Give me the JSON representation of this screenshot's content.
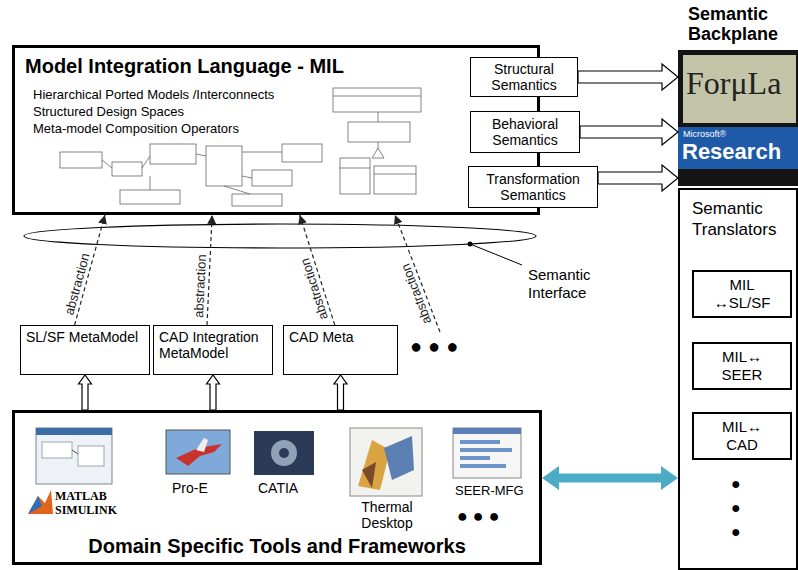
{
  "diagram": {
    "nodes": [
      {
        "text": [
          "Model Integration Language - MIL",
          "Hierarchical Ported Models /Interconnects",
          "Structured Design Spaces",
          "Meta-model Composition Operators"
        ]
      },
      {
        "text": [
          "Structural Semantics"
        ]
      },
      {
        "text": [
          "Behavioral Semantics"
        ]
      },
      {
        "text": [
          "Transformation Semantics"
        ]
      },
      {
        "text": [
          "Semantic Backplane",
          "ForμLa",
          "Microsoft®",
          "Research"
        ]
      },
      {
        "text": [
          "Semantic Translators"
        ]
      },
      {
        "text": [
          "MIL ↔SL/SF"
        ],
        "in": 5
      },
      {
        "text": [
          "MIL↔ SEER"
        ],
        "in": 5
      },
      {
        "text": [
          "MIL↔ CAD"
        ],
        "in": 5
      },
      {
        "text": [
          "SL/SF MetaModel"
        ]
      },
      {
        "text": [
          "CAD Integration MetaModel"
        ]
      },
      {
        "text": [
          "CAD Meta"
        ]
      },
      {
        "text": [
          "Domain Specific Tools and Frameworks"
        ]
      }
    ],
    "edges": [
      {
        "from": 1,
        "to": 4,
        "arrow": "to"
      },
      {
        "from": 2,
        "to": 4,
        "arrow": "to"
      },
      {
        "from": 3,
        "to": 4,
        "arrow": "to"
      },
      {
        "from": 9,
        "to": 0,
        "label": "abstraction",
        "arrow": "to"
      },
      {
        "from": 10,
        "to": 0,
        "label": "abstraction",
        "arrow": "to"
      },
      {
        "from": 11,
        "to": 0,
        "label": "abstraction",
        "arrow": "to"
      },
      {
        "from": 12,
        "to": 9,
        "arrow": "to"
      },
      {
        "from": 12,
        "to": 10,
        "arrow": "to"
      },
      {
        "from": 12,
        "to": 11,
        "arrow": "to"
      },
      {
        "from": 12,
        "to": 5,
        "arrow": "both"
      }
    ],
    "labels": [
      "abstraction",
      "Semantic Interface",
      "●●●",
      "MATLAB SIMULINK",
      "Pro-E",
      "CATIA",
      "Thermal Desktop",
      "SEER-MFG",
      "●●●",
      "●",
      "●",
      "●"
    ]
  }
}
